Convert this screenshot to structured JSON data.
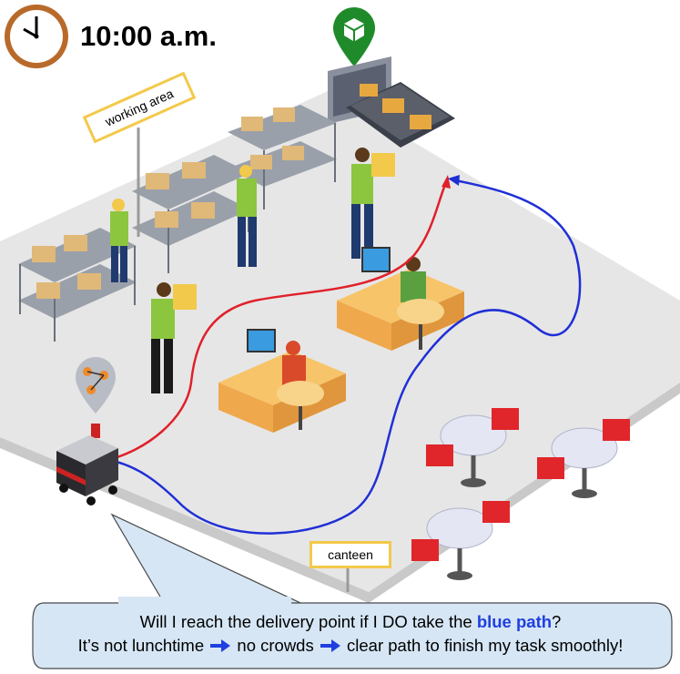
{
  "header": {
    "time": "10:00 a.m."
  },
  "signs": {
    "working_area": "working area",
    "canteen": "canteen"
  },
  "bubble": {
    "line1_prefix": "Will I reach the delivery point if I DO take the ",
    "line1_highlight": "blue path",
    "line1_suffix": "?",
    "line2_part1": "It’s not lunchtime",
    "line2_part2": "no crowds",
    "line2_part3": "clear path to finish my task smoothly!"
  },
  "icons": {
    "clock": "clock-icon",
    "location": "box-location-pin-icon",
    "robot_status": "network-pin-icon",
    "arrow": "right-arrow-icon"
  },
  "colors": {
    "floor": "#e6e6e6",
    "floor_edge": "#c8c8c8",
    "blue_path": "#1f2fd6",
    "red_path": "#e0202a",
    "pin_green": "#1f8a2a",
    "sign_border": "#f3c94a",
    "bubble_fill": "#d6e6f5",
    "bubble_stroke": "#4a4a4a",
    "desk": "#f0a84c",
    "chair_red": "#e0262a",
    "table_top": "#e4e6f4"
  }
}
